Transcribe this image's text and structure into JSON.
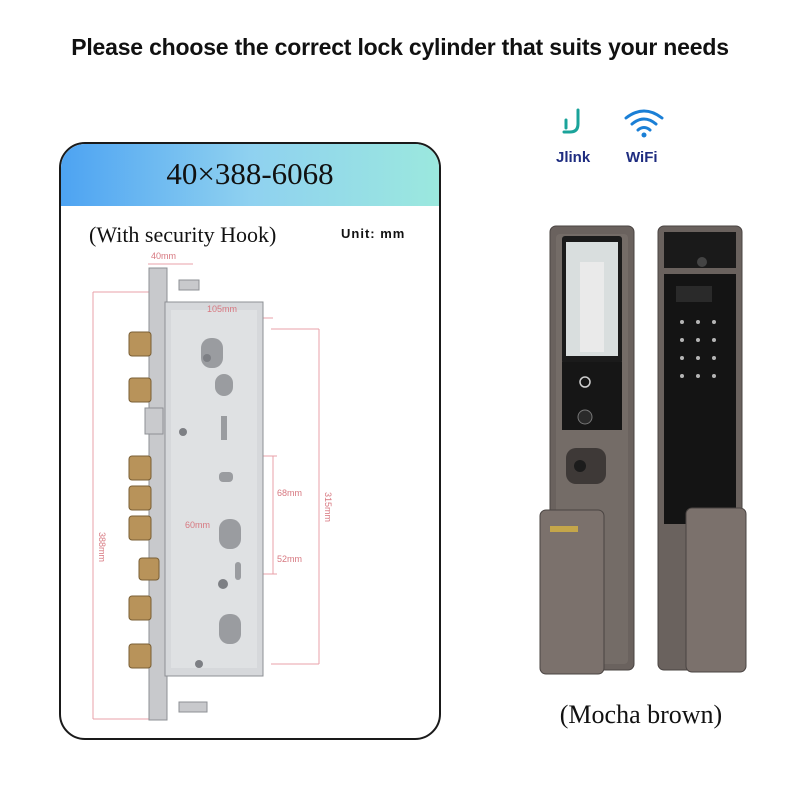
{
  "headline": "Please choose the correct lock cylinder that suits your needs",
  "card": {
    "model": "40×388-6068",
    "hook_label": "(With security Hook)",
    "unit_label": "Unit: mm",
    "band_colors": [
      "#4da3f2",
      "#9be8de"
    ]
  },
  "dimensions": {
    "width_top": "40mm",
    "width_mid": "105mm",
    "height_total": "388mm",
    "height_mid": "315mm",
    "d1": "68mm",
    "d2": "60mm",
    "d3": "52mm"
  },
  "icons": {
    "jlink_label": "Jlink",
    "wifi_label": "WiFi",
    "wifi_color": "#1a7fd6",
    "jlink_color": "#1aa39a"
  },
  "product": {
    "caption": "(Mocha brown)",
    "body_color": "#6a625e"
  }
}
